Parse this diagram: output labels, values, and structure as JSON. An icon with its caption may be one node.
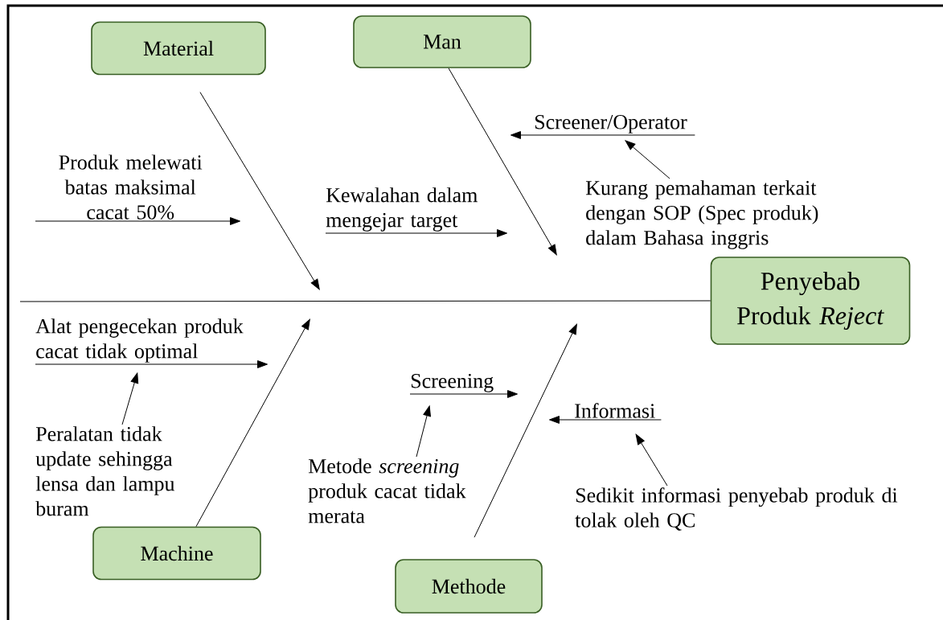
{
  "diagram": {
    "nodes": [
      {
        "text": [
          "Material"
        ]
      },
      {
        "text": [
          "Man"
        ]
      },
      {
        "text": [
          "Penyebab Produk *Reject*"
        ]
      },
      {
        "text": [
          "Machine"
        ]
      },
      {
        "text": [
          "Methode"
        ]
      },
      {
        "text": [
          "Produk melewati batas maksimal cacat 50%"
        ]
      },
      {
        "text": [
          "Kewalahan dalam mengejar target"
        ]
      },
      {
        "text": [
          "Screener/Operator"
        ]
      },
      {
        "text": [
          "Kurang pemahaman terkait dengan SOP (Spec produk) dalam Bahasa inggris"
        ]
      },
      {
        "text": [
          "Alat pengecekan produk cacat tidak optimal"
        ]
      },
      {
        "text": [
          "Peralatan tidak update sehingga lensa dan lampu buram"
        ]
      },
      {
        "text": [
          "Screening"
        ]
      },
      {
        "text": [
          "Metode *screening* produk cacat tidak merata"
        ]
      },
      {
        "text": [
          "Informasi"
        ]
      },
      {
        "text": [
          "Sedikit informasi penyebab produk di tolak oleh QC"
        ]
      }
    ],
    "edges": [
      {
        "from": null,
        "to": 2,
        "arrow": "none"
      },
      {
        "from": 0,
        "to": null,
        "arrow": "to"
      },
      {
        "from": 1,
        "to": null,
        "arrow": "to"
      },
      {
        "from": 3,
        "to": null,
        "arrow": "to"
      },
      {
        "from": 4,
        "to": null,
        "arrow": "to"
      },
      {
        "from": 5,
        "to": null,
        "arrow": "to"
      },
      {
        "from": 6,
        "to": null,
        "arrow": "to"
      },
      {
        "from": 7,
        "to": null,
        "arrow": "to"
      },
      {
        "from": 8,
        "to": 7,
        "arrow": "to"
      },
      {
        "from": 9,
        "to": null,
        "arrow": "to"
      },
      {
        "from": 10,
        "to": 9,
        "arrow": "to"
      },
      {
        "from": 11,
        "to": null,
        "arrow": "to"
      },
      {
        "from": 12,
        "to": 11,
        "arrow": "to"
      },
      {
        "from": 13,
        "to": null,
        "arrow": "to"
      },
      {
        "from": 14,
        "to": 13,
        "arrow": "to"
      }
    ]
  }
}
